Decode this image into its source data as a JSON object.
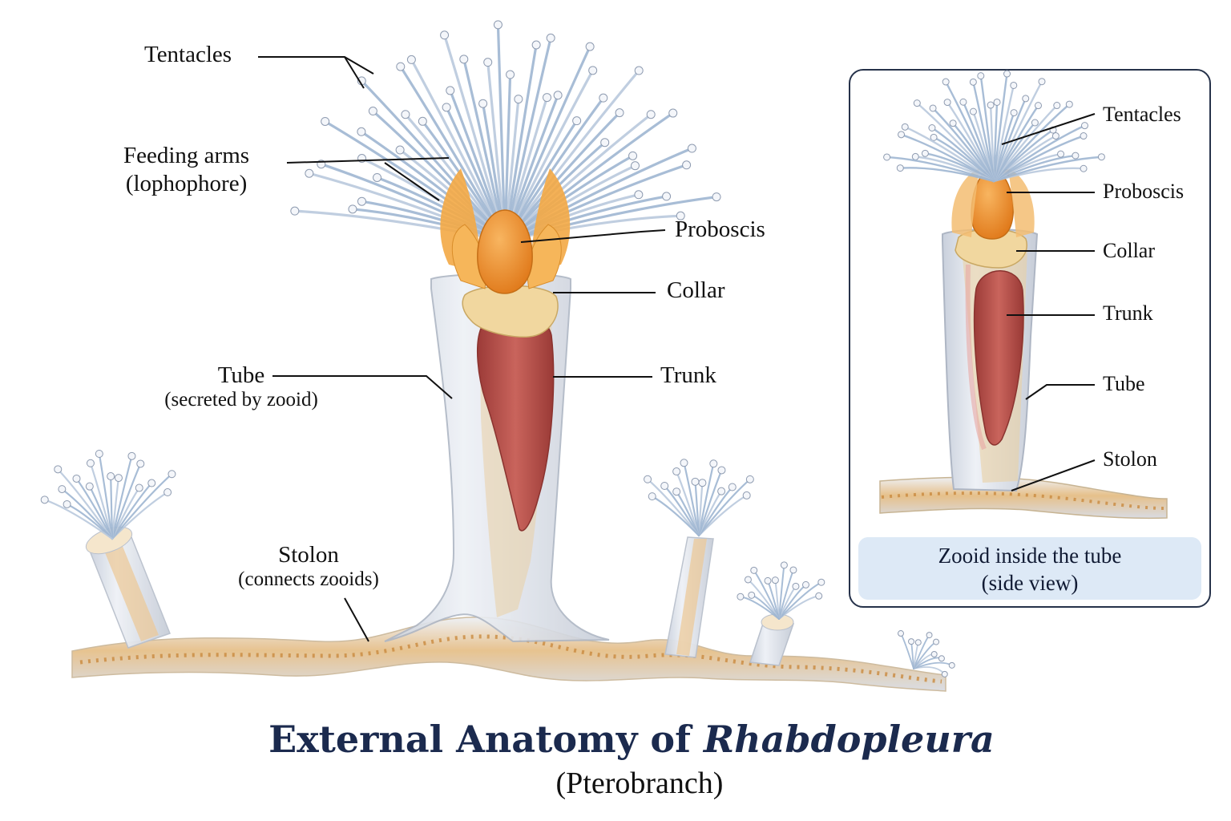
{
  "title": {
    "main": "External Anatomy of ",
    "italic": "Rhabdopleura",
    "subtitle": "(Pterobranch)"
  },
  "labels": {
    "tentacles": "Tentacles",
    "feeding_arms": "Feeding arms",
    "lophophore": "(lophophore)",
    "proboscis": "Proboscis",
    "collar": "Collar",
    "tube": "Tube",
    "tube_note": "(secreted by zooid)",
    "trunk": "Trunk",
    "stolon": "Stolon",
    "stolon_note": "(connects zooids)"
  },
  "inset": {
    "labels": {
      "tentacles": "Tentacles",
      "proboscis": "Proboscis",
      "collar": "Collar",
      "trunk": "Trunk",
      "tube": "Tube",
      "stolon": "Stolon"
    },
    "caption_line1": "Zooid inside the tube",
    "caption_line2": "(side view)"
  },
  "colors": {
    "tentacle": "#9fb6d2",
    "lophophore": "#f1a640",
    "proboscis": "#ef8f28",
    "collar": "#f2d59b",
    "trunk": "#b6504a",
    "tube": "#d8dde6",
    "stolon": "#e4b87a",
    "title": "#1b2a4e",
    "caption_bg": "#dde9f6",
    "frame": "#26324a"
  }
}
